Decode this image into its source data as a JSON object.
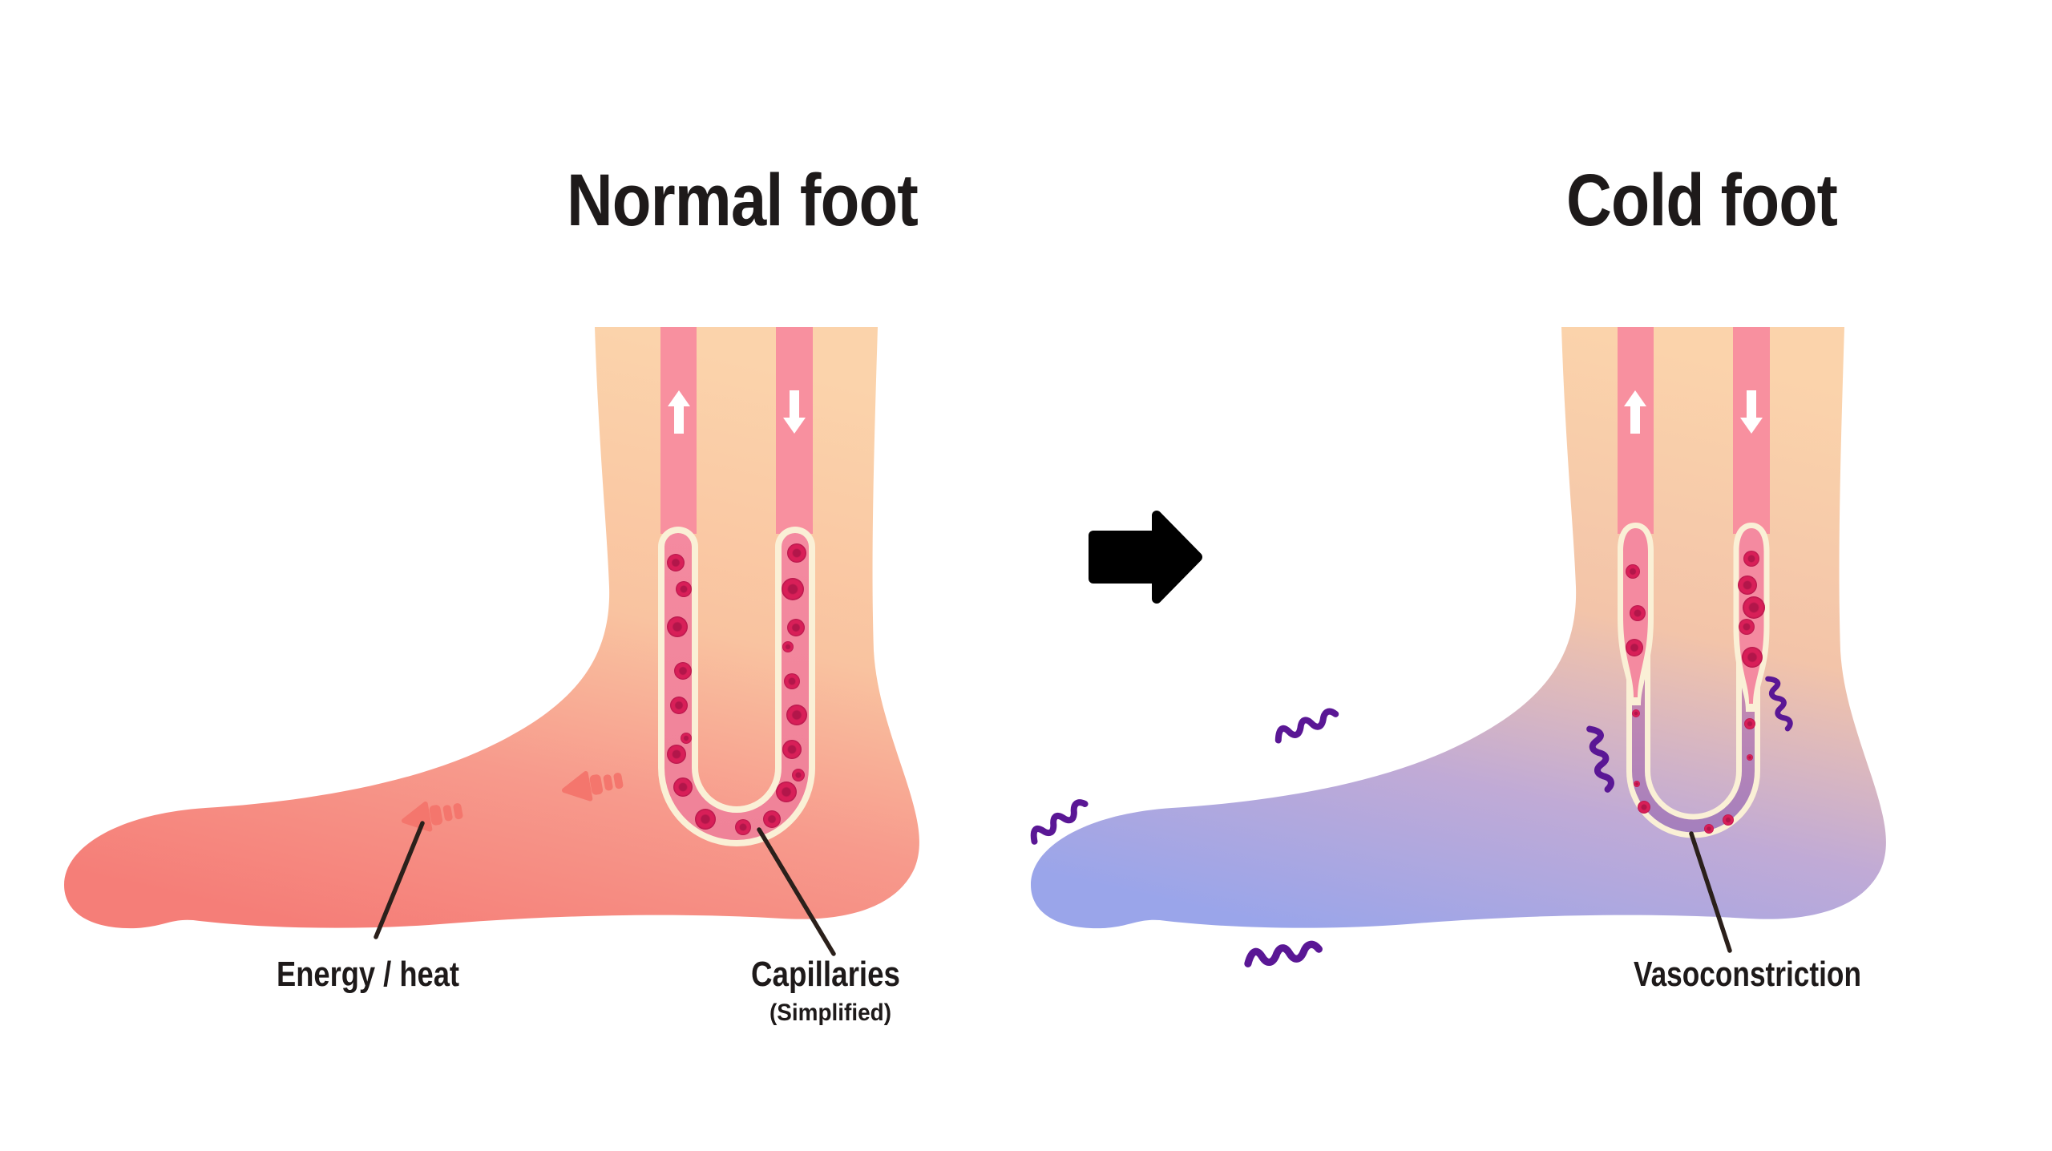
{
  "figure": {
    "left_panel": {
      "title": "Normal foot",
      "labels": {
        "energy_heat": "Energy / heat",
        "capillaries": "Capillaries",
        "capillaries_note": "(Simplified)"
      },
      "flow_arrows": {
        "left_vessel": "up",
        "right_vessel": "down"
      }
    },
    "right_panel": {
      "title": "Cold foot",
      "labels": {
        "vasoconstriction": "Vasoconstriction"
      },
      "flow_arrows": {
        "left_vessel": "up",
        "right_vessel": "down"
      }
    },
    "transition_arrow_direction": "right"
  },
  "colors": {
    "background": "#ffffff",
    "title_text": "#1e1a1a",
    "label_text": "#1e1a1a",
    "pointer_line": "#2b201b",
    "skin_top": "#fbd3ab",
    "warm_upper": "#f9c3a0",
    "warm_mid": "#f79a8c",
    "warm_toe": "#f57e78",
    "cold_upper": "#f3c4a9",
    "cold_mid": "#c0aad6",
    "cold_toe": "#9aa5ea",
    "vessel_pink": "#f8909f",
    "capillary_outline": "#faf0d6",
    "capillary_top": "#f48aa0",
    "capillary_bottom": "#ef8298",
    "constricted_top": "#f189a2",
    "constricted_mid": "#cf8bad",
    "constricted_bottom": "#a37fbe",
    "blood_cell": "#d81f58",
    "blood_cell_core": "#b2164a",
    "heat_arrow": "#f4766d",
    "flow_arrow": "#ffffff",
    "shiver": "#5a1795",
    "transition_arrow": "#000000"
  }
}
